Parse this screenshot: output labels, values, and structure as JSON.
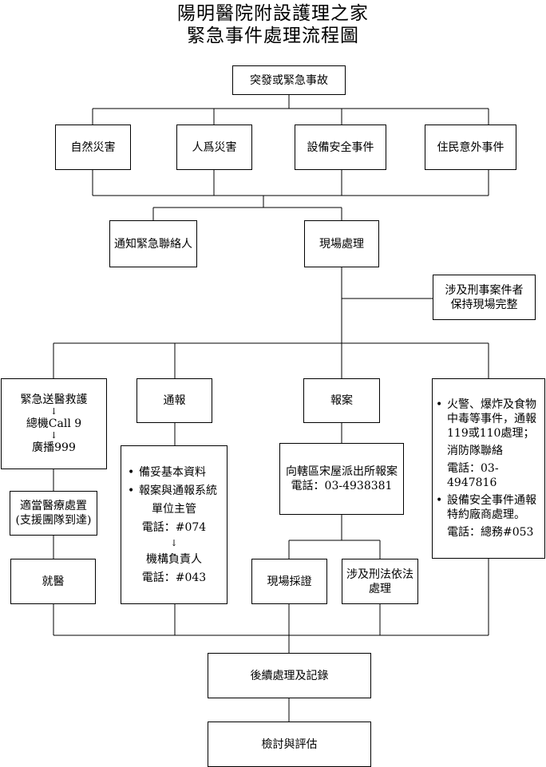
{
  "title": {
    "line1": "陽明醫院附設護理之家",
    "line2": "緊急事件處理流程圖"
  },
  "start": "突發或緊急事故",
  "categories": [
    "自然災害",
    "人爲災害",
    "設備安全事件",
    "住民意外事件"
  ],
  "notify_contact": "通知緊急聯絡人",
  "onsite": "現場處理",
  "criminal_note": {
    "line1": "涉及刑事案件者",
    "line2": "保持現場完整"
  },
  "medical": {
    "line1": "緊急送醫救護",
    "arrow1": "↓",
    "line2": "總機Call 9",
    "arrow2": "↓",
    "line3": "廣播999"
  },
  "proper_care": {
    "line1": "適當醫療處置",
    "line2": "(支援團隊到達)"
  },
  "hospital": "就醫",
  "report": "通報",
  "report_detail": {
    "item1": "備妥基本資料",
    "item2": "報案與通報系統",
    "unit": "單位主管",
    "phone1": "電話：#074",
    "arrow": "↓",
    "head": "機構負責人",
    "phone2": "電話：#043"
  },
  "police": "報案",
  "police_detail": {
    "line1": "向轄區宋屋派出所報案",
    "line2": "電話：03-4938381"
  },
  "evidence": "現場採證",
  "legal": {
    "line1": "涉及刑法依法",
    "line2": "處理"
  },
  "fire": {
    "item1_l1": "火警、爆炸及食物",
    "item1_l2": "中毒等事件，通報",
    "item1_l3": "119或110處理；",
    "fire_dept": "消防隊聯絡",
    "fire_phone": "電話：03-4947816",
    "item2_l1": "設備安全事件通報",
    "item2_l2": "特約廠商處理。",
    "item2_phone": "電話：總務#053"
  },
  "followup": "後續處理及記錄",
  "review": "檢討與評估"
}
